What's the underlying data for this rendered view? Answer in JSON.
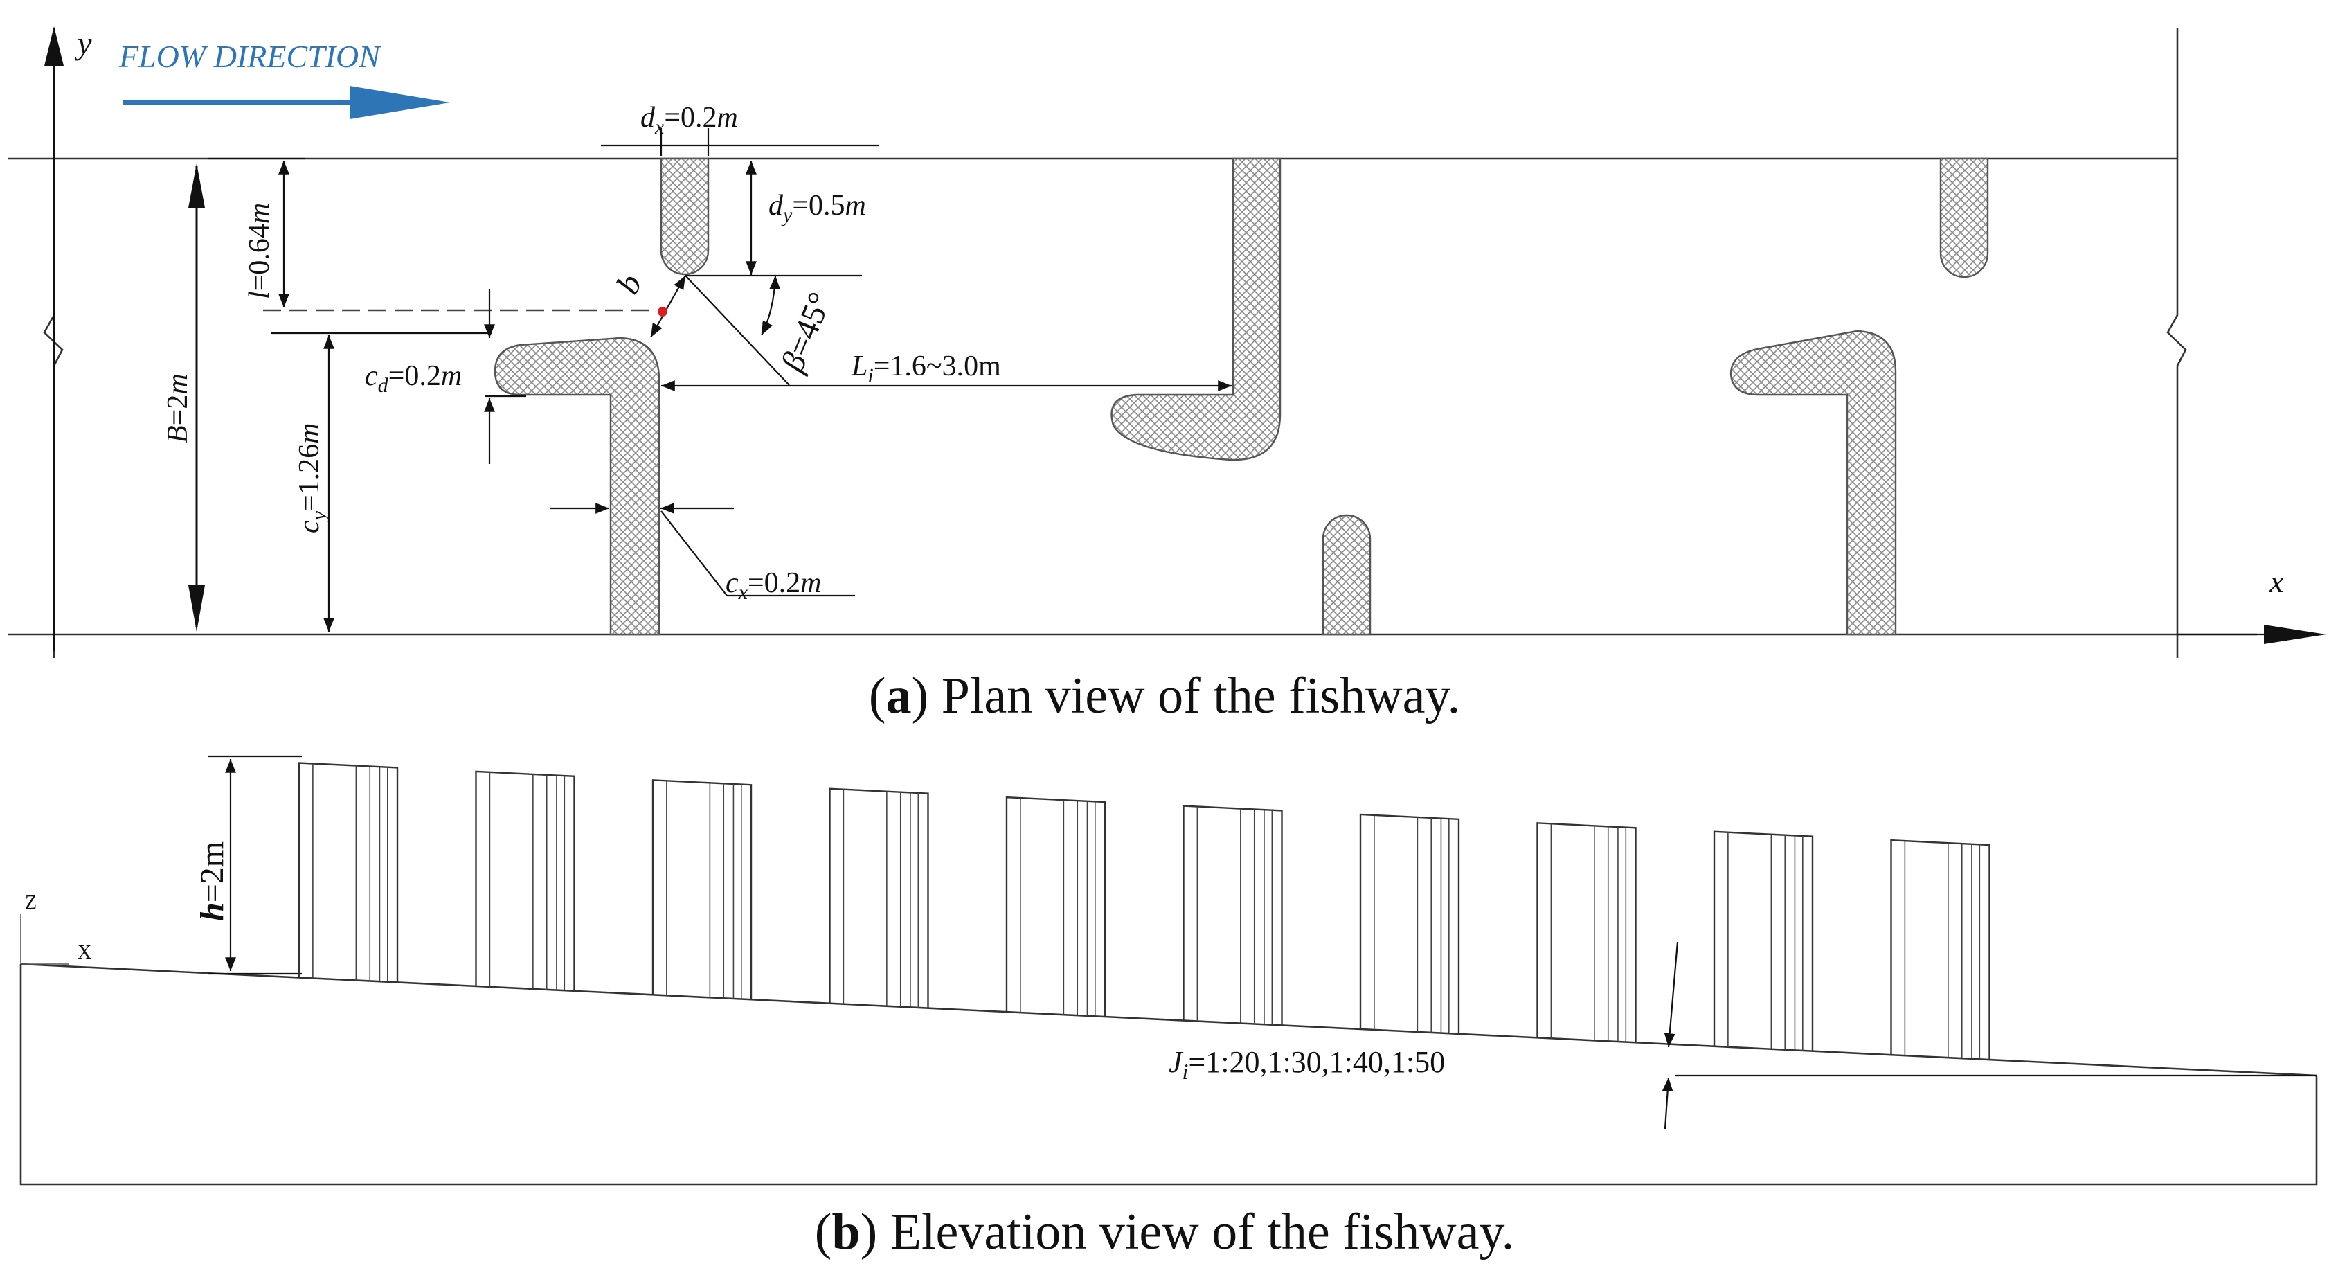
{
  "flow_label": "FLOW DIRECTION",
  "axes": {
    "y": "y",
    "x": "x",
    "z": "Z",
    "x2": "X"
  },
  "plan": {
    "dx": {
      "sym": "d",
      "sub": "x",
      "val": "=0.2",
      "unit": "m"
    },
    "dy": {
      "sym": "d",
      "sub": "y",
      "val": "=0.5",
      "unit": "m"
    },
    "l": {
      "sym": "l",
      "val": "=0.64",
      "unit": "m"
    },
    "B": {
      "sym": "B",
      "val": "=2",
      "unit": "m"
    },
    "cd": {
      "sym": "c",
      "sub": "d",
      "val": "=0.2",
      "unit": "m"
    },
    "cy": {
      "sym": "c",
      "sub": "y",
      "val": "=1.26",
      "unit": "m"
    },
    "cx": {
      "sym": "c",
      "sub": "x",
      "val": "=0.2",
      "unit": "m"
    },
    "b": {
      "sym": "b"
    },
    "beta": {
      "sym": "β",
      "val": "=45°"
    },
    "Li": {
      "sym": "L",
      "sub": "i",
      "val": "=1.6~3.0m"
    }
  },
  "elevation": {
    "h": {
      "sym": "h",
      "val": "=2m"
    },
    "J": {
      "sym": "J",
      "sub": "i",
      "val": "=1:20,1:30,1:40,1:50"
    }
  },
  "captions": {
    "a": {
      "letter": "a",
      "text": " Plan view of the fishway."
    },
    "b": {
      "letter": "b",
      "text": " Elevation view of the fishway."
    }
  },
  "colors": {
    "flow_arrow": "#2e75b6",
    "hatch": "#8a8a8a",
    "line": "#333333",
    "marker": "#d62020"
  }
}
